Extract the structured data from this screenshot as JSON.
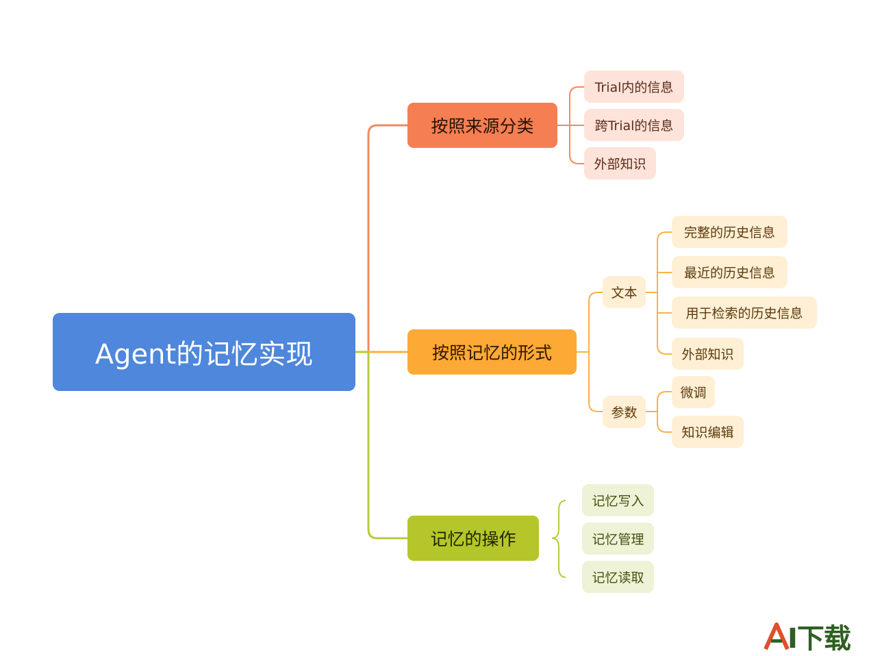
{
  "mindmap": {
    "root": {
      "label": "Agent的记忆实现",
      "color": "#4e87dc"
    },
    "branches": [
      {
        "label": "按照来源分类",
        "color": "#f57f52",
        "children": [
          {
            "label": "Trial内的信息"
          },
          {
            "label": "跨Trial的信息"
          },
          {
            "label": "外部知识"
          }
        ]
      },
      {
        "label": "按照记忆的形式",
        "color": "#fda936",
        "children": [
          {
            "label": "文本",
            "children": [
              {
                "label": "完整的历史信息"
              },
              {
                "label": "最近的历史信息"
              },
              {
                "label": "用于检索的历史信息"
              },
              {
                "label": "外部知识"
              }
            ]
          },
          {
            "label": "参数",
            "children": [
              {
                "label": "微调"
              },
              {
                "label": "知识编辑"
              }
            ]
          }
        ]
      },
      {
        "label": "记忆的操作",
        "color": "#b5c62a",
        "children": [
          {
            "label": "记忆写入"
          },
          {
            "label": "记忆管理"
          },
          {
            "label": "记忆读取"
          }
        ]
      }
    ]
  },
  "watermark": {
    "letter": "A",
    "text": "I下载"
  }
}
